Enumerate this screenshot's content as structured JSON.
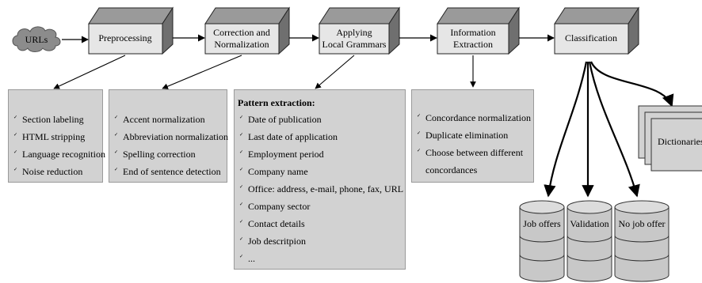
{
  "start": {
    "label": "URLs"
  },
  "stages": [
    {
      "lines": [
        "Preprocessing"
      ]
    },
    {
      "lines": [
        "Correction and",
        "Normalization"
      ]
    },
    {
      "lines": [
        "Applying",
        "Local Grammars"
      ]
    },
    {
      "lines": [
        "Information",
        "Extraction"
      ]
    },
    {
      "lines": [
        "Classification"
      ]
    }
  ],
  "panels": {
    "preprocessing": {
      "items": [
        "Section labeling",
        "HTML stripping",
        "Language recognition",
        "Noise reduction"
      ]
    },
    "correction": {
      "items": [
        "Accent normalization",
        "Abbreviation normalization",
        "Spelling correction",
        "End of sentence detection"
      ]
    },
    "grammars": {
      "heading": "Pattern extraction:",
      "items": [
        "Date of publication",
        "Last date of application",
        "Employment period",
        "Company name",
        "Office: address, e-mail, phone, fax, URL",
        "Company sector",
        "Contact details",
        "Job descritpion",
        "..."
      ]
    },
    "extraction": {
      "items": [
        "Concordance normalization",
        "Duplicate elimination",
        "Choose between different",
        "concordances"
      ]
    }
  },
  "dictionaries": {
    "label": "Dictionaries"
  },
  "outputs": [
    "Job offers",
    "Validation",
    "No job offer"
  ],
  "colors": {
    "box_front": "#e6e6e6",
    "box_top": "#9a9a9a",
    "box_side": "#6f6f6f",
    "panel": "#d2d2d2",
    "cloud": "#8c8c8c"
  }
}
